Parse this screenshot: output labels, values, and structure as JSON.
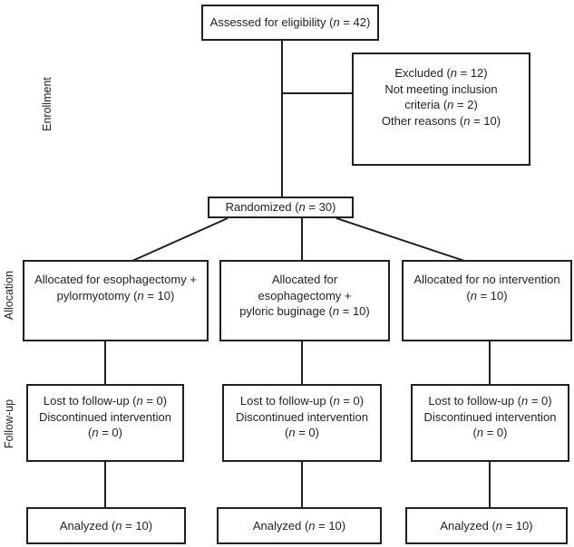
{
  "stage_labels": {
    "enrollment": "Enrollment",
    "allocation": "Allocation",
    "followup": "Follow-up"
  },
  "boxes": {
    "assessed": {
      "lines": [
        "Assessed for eligibility (n = 42)"
      ]
    },
    "excluded": {
      "lines": [
        "Excluded (n = 12)",
        "Not meeting inclusion",
        "criteria (n = 2)",
        "Other reasons (n = 10)"
      ]
    },
    "randomized": {
      "lines": [
        "Randomized (n = 30)"
      ]
    },
    "alloc_left": {
      "lines": [
        "Allocated for esophagectomy +",
        "pylormyotomy (n = 10)"
      ]
    },
    "alloc_mid": {
      "lines": [
        "Allocated for",
        "esophagectomy +",
        "pyloric buginage (n = 10)"
      ]
    },
    "alloc_right": {
      "lines": [
        "Allocated for no intervention",
        "(n = 10)"
      ]
    },
    "fu_left": {
      "lines": [
        "Lost to follow-up (n = 0)",
        "Discontinued intervention",
        "(n = 0)"
      ]
    },
    "fu_mid": {
      "lines": [
        "Lost to follow-up (n = 0)",
        "Discontinued intervention",
        "(n = 0)"
      ]
    },
    "fu_right": {
      "lines": [
        "Lost to follow-up (n = 0)",
        "Discontinued intervention",
        "(n = 0)"
      ]
    },
    "an_left": {
      "lines": [
        "Analyzed (n = 10)"
      ]
    },
    "an_mid": {
      "lines": [
        "Analyzed (n = 10)"
      ]
    },
    "an_right": {
      "lines": [
        "Analyzed (n = 10)"
      ]
    }
  },
  "colors": {
    "ink": "#231f20",
    "background": "#ffffff"
  }
}
